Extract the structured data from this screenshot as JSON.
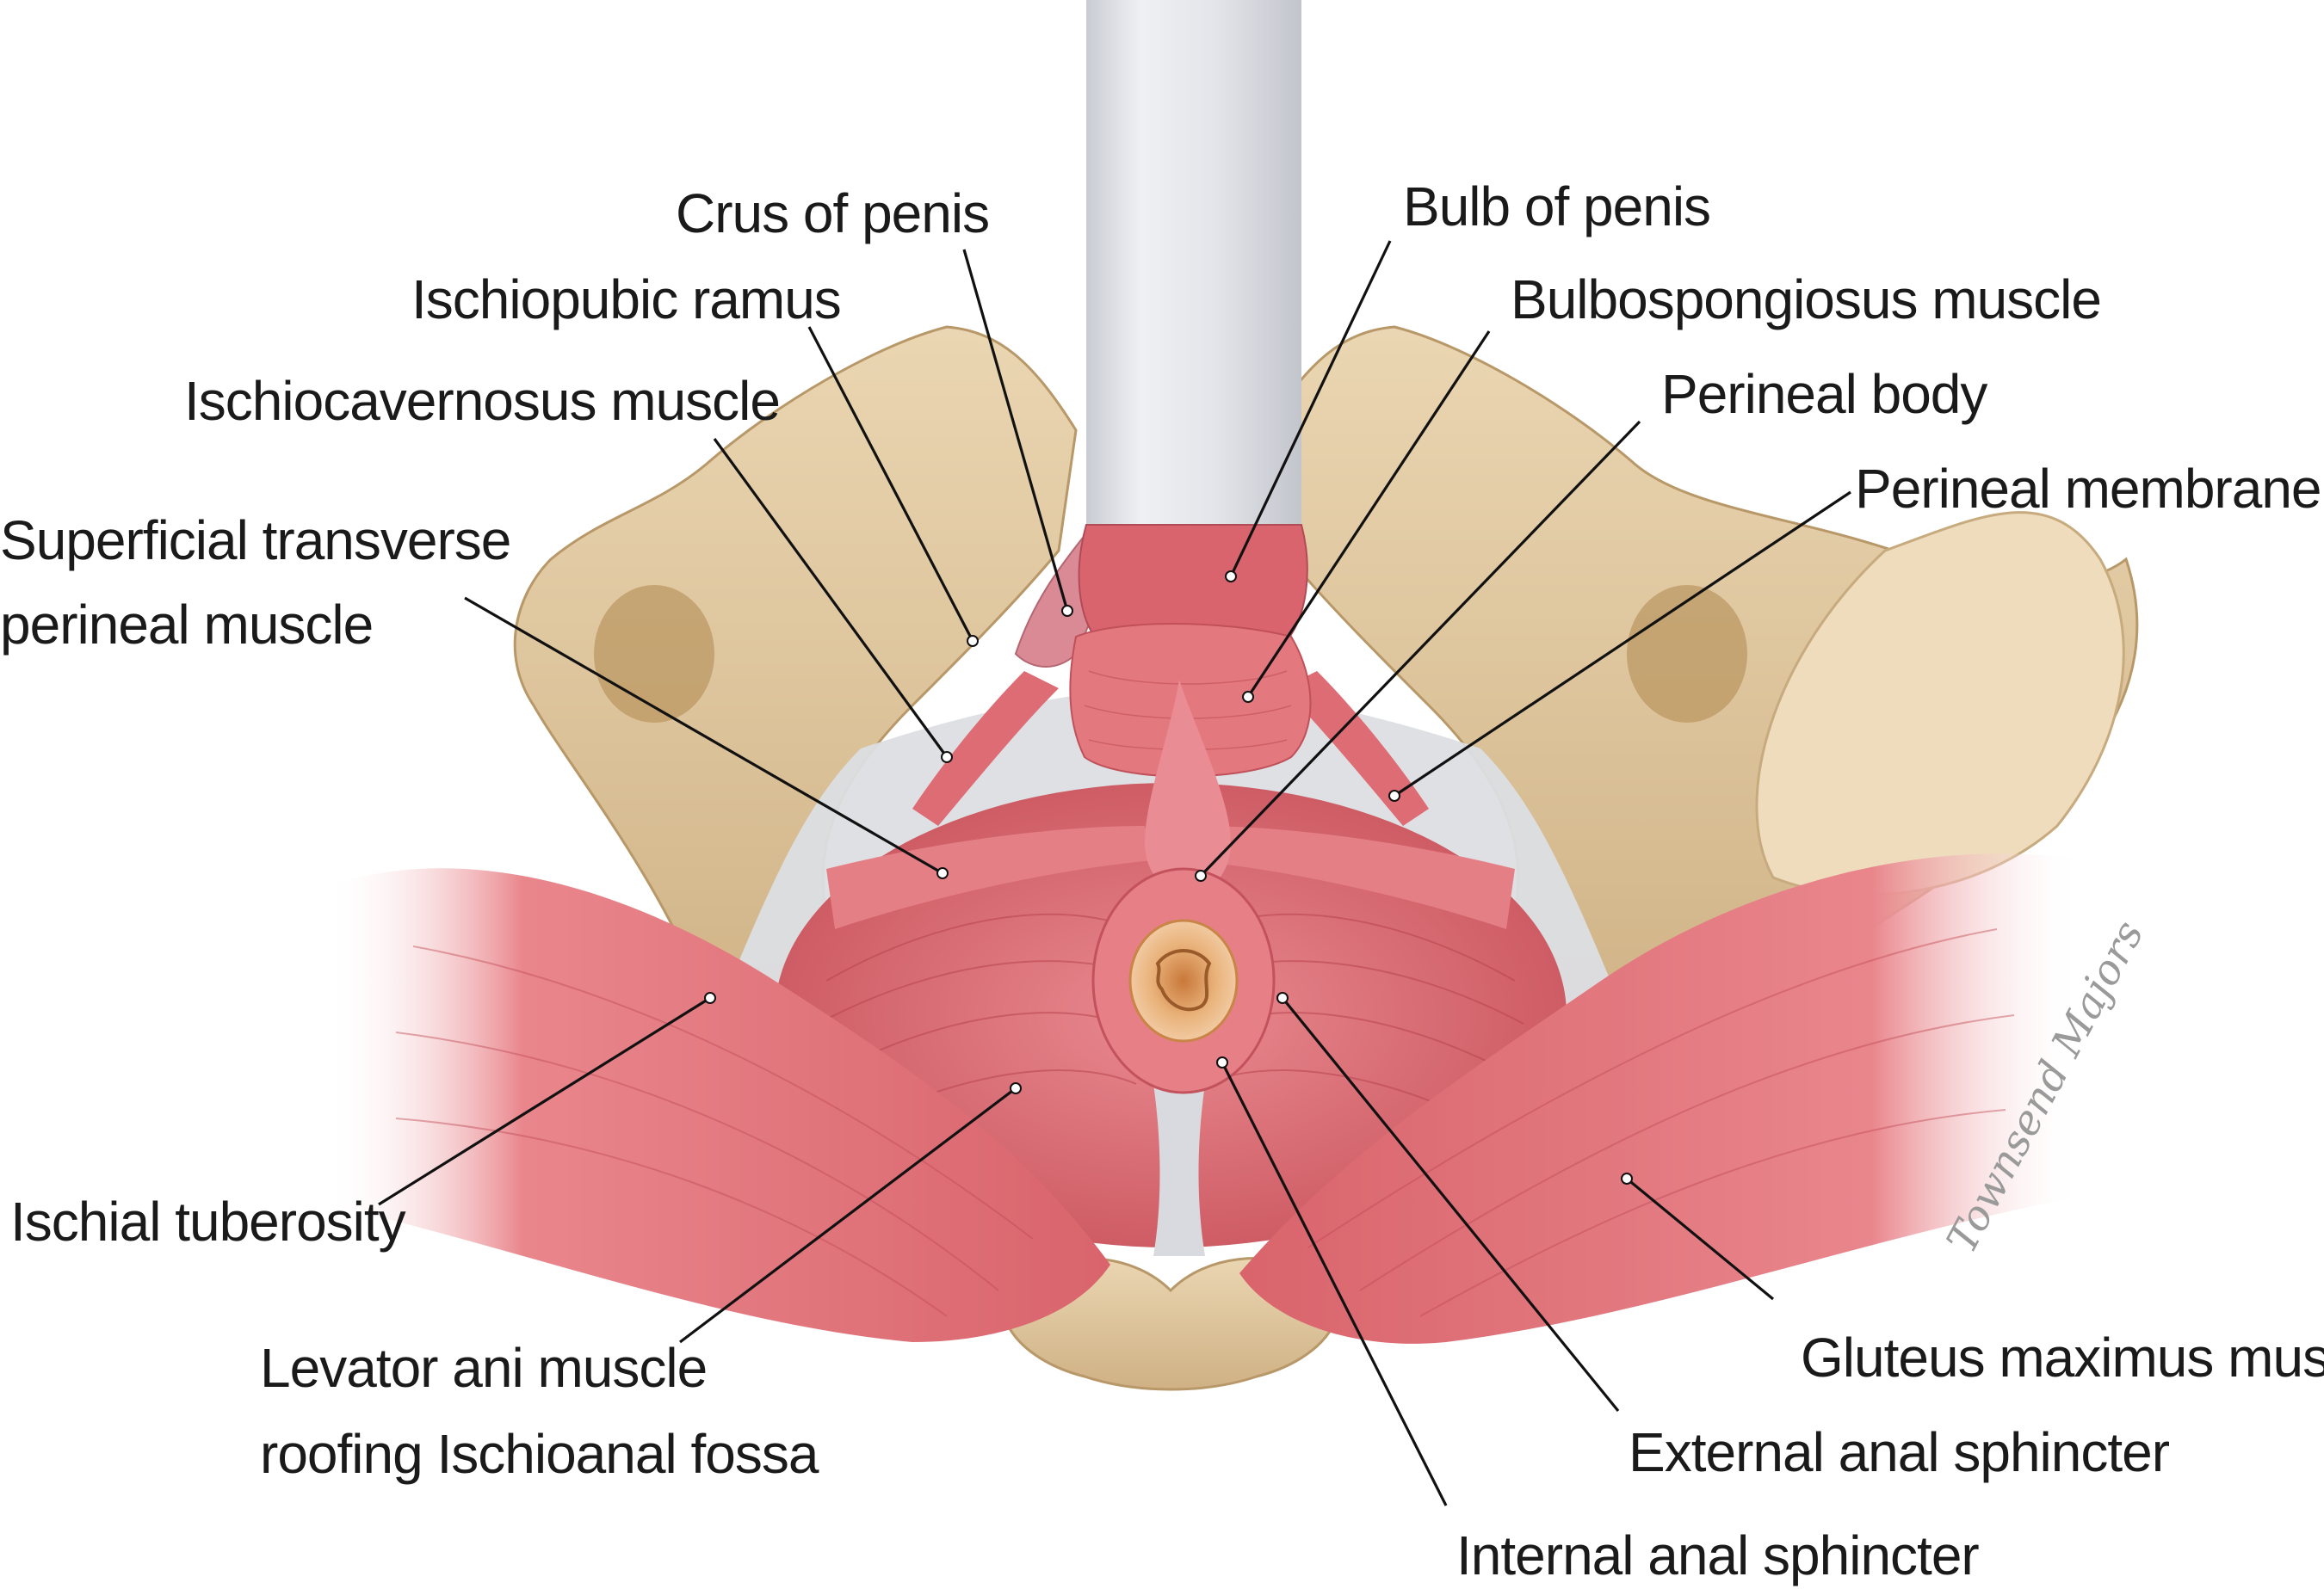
{
  "colors": {
    "bone": "#e2c9a0",
    "bone_dark": "#c9a979",
    "muscle": "#e2737a",
    "muscle_light": "#ee9aa0",
    "muscle_dark": "#c9505a",
    "fascia": "#d7d9de",
    "shaft": "#dfe1e6",
    "anus": "#e3a66a",
    "line": "#111111"
  },
  "labels": {
    "crus_of_penis": "Crus of penis",
    "ischiopubic_ramus": "Ischiopubic ramus",
    "ischiocavernosus_muscle": "Ischiocavernosus muscle",
    "superficial_transverse_1": "Superficial transverse",
    "superficial_transverse_2": "perineal muscle",
    "bulb_of_penis": "Bulb of penis",
    "bulbospongiosus_muscle": "Bulbospongiosus muscle",
    "perineal_body": "Perineal body",
    "perineal_membrane": "Perineal membrane",
    "ischial_tuberosity": "Ischial tuberosity",
    "levator_ani_1": "Levator ani muscle",
    "levator_ani_2": "roofing Ischioanal fossa",
    "gluteus_maximus_muscle": "Gluteus maximus muscle",
    "external_anal_sphincter": "External anal sphincter",
    "internal_anal_sphincter": "Internal anal sphincter"
  },
  "signature": "Townsend Majors"
}
